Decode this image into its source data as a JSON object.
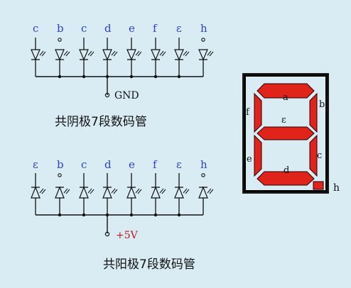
{
  "top_circuit": {
    "pin_labels": [
      "c",
      "b",
      "c",
      "d",
      "e",
      "f",
      "ɛ",
      "h"
    ],
    "common_label": "GND",
    "caption": "共阴极7段数码管",
    "label_color": "#2b3fd6"
  },
  "bottom_circuit": {
    "pin_labels": [
      "ɛ",
      "b",
      "c",
      "d",
      "e",
      "f",
      "ɛ",
      "h"
    ],
    "common_label": "+5V",
    "common_label_color": "#c0171f",
    "caption": "共阳极7段数码管",
    "label_color": "#2b3fd6"
  },
  "display": {
    "segment_labels": {
      "a": "a",
      "b": "b",
      "c": "c",
      "d": "d",
      "e": "e",
      "f": "f",
      "g": "ɛ",
      "dp": "h"
    },
    "segment_color": "#e0231b",
    "background_color": "#000000"
  }
}
